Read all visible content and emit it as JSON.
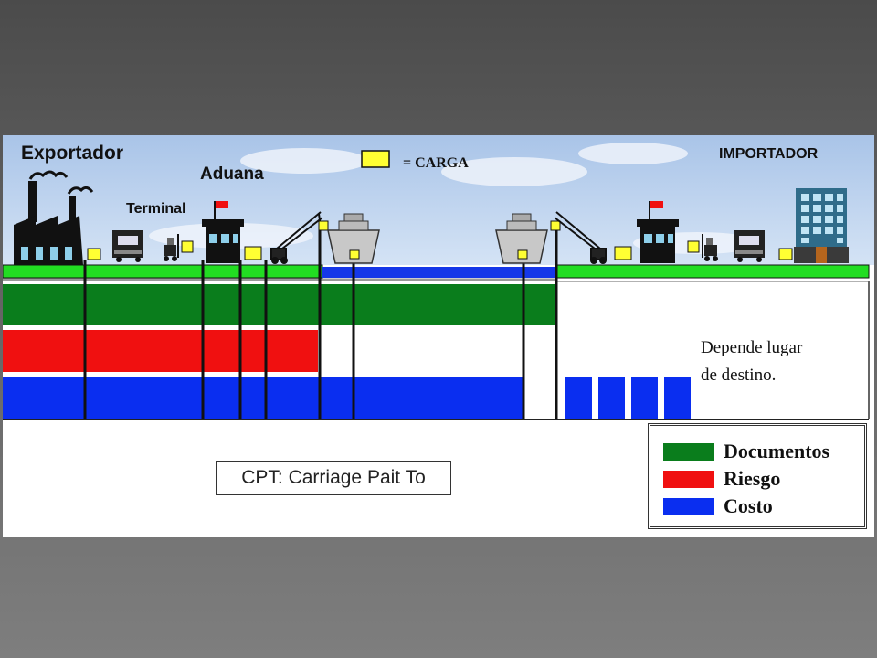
{
  "labels": {
    "exportador": "Exportador",
    "aduana": "Aduana",
    "terminal": "Terminal",
    "importador": "IMPORTADOR",
    "carga": "= CARGA",
    "depende_line1": "Depende lugar",
    "depende_line2": "de destino."
  },
  "caption": "CPT: Carriage Pait To",
  "legend": [
    {
      "label": "Documentos",
      "color": "#0a7d1c"
    },
    {
      "label": "Riesgo",
      "color": "#f01010"
    },
    {
      "label": "Costo",
      "color": "#0a2ef0"
    }
  ],
  "colors": {
    "ground": "#22dd22",
    "sea": "#1537e8",
    "cargo": "#ffff33",
    "documentos": "#0a7d1c",
    "riesgo": "#f01010",
    "costo": "#0a2ef0"
  }
}
